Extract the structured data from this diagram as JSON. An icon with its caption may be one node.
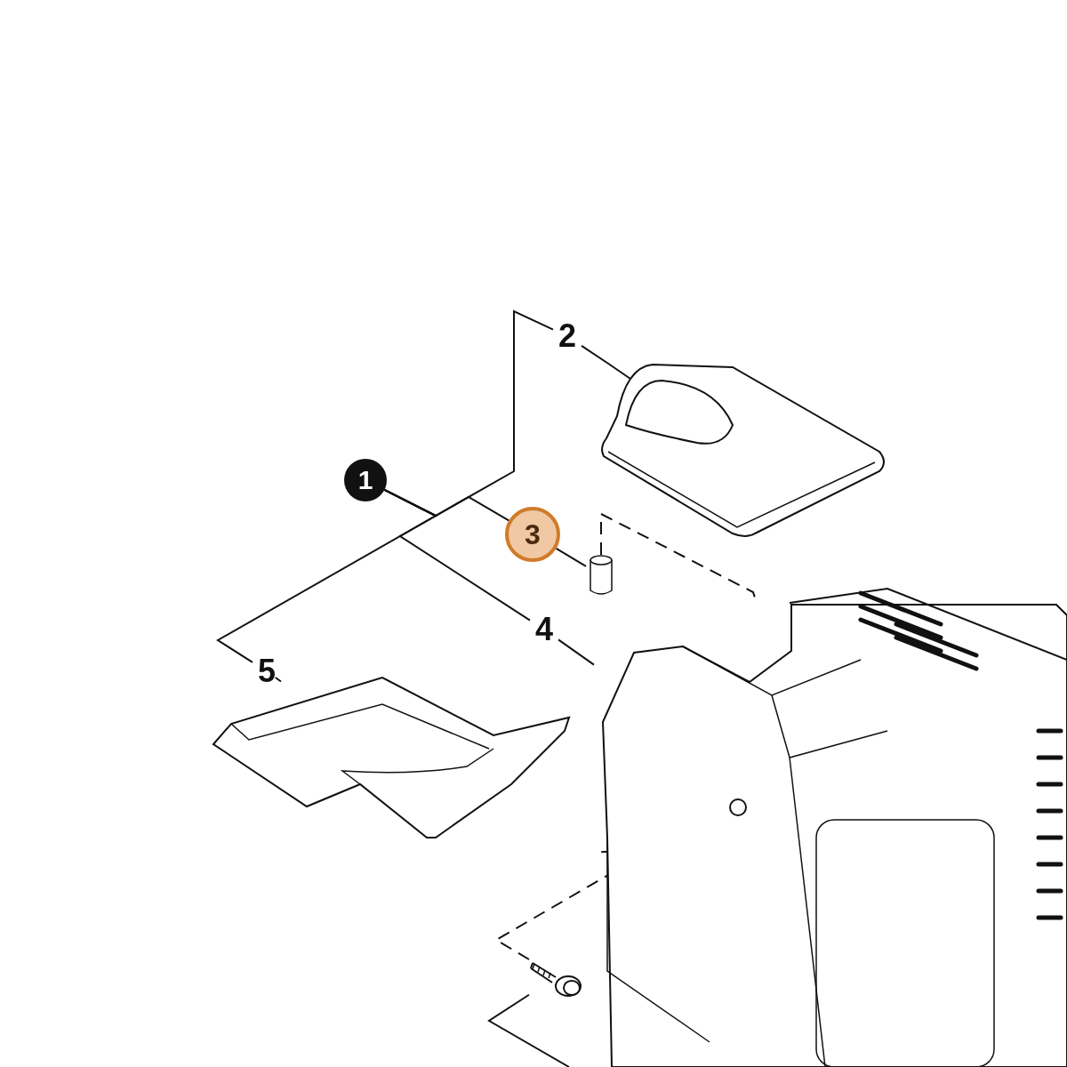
{
  "diagram": {
    "nodes": [
      {
        "text": [
          "1"
        ]
      },
      {
        "text": [
          "2"
        ]
      },
      {
        "text": [
          "3"
        ]
      },
      {
        "text": [
          "4"
        ]
      },
      {
        "text": [
          "5"
        ]
      },
      {
        "text": [],
        "shape": "picture"
      },
      {
        "text": [],
        "shape": "picture"
      },
      {
        "text": [],
        "shape": "picture"
      },
      {
        "text": [],
        "shape": "picture"
      },
      {
        "text": [],
        "shape": "picture"
      }
    ],
    "edges": [
      {
        "from": 0,
        "to": 1,
        "arrow": "none"
      },
      {
        "from": 0,
        "to": 2,
        "arrow": "none"
      },
      {
        "from": 0,
        "to": 3,
        "arrow": "none"
      },
      {
        "from": 0,
        "to": 4,
        "arrow": "none"
      },
      {
        "from": 1,
        "to": 5,
        "arrow": "none"
      },
      {
        "from": 2,
        "to": 6,
        "arrow": "none"
      },
      {
        "from": 3,
        "to": 7,
        "arrow": "none"
      },
      {
        "from": 4,
        "to": 8,
        "arrow": "none"
      },
      {
        "from": 6,
        "to": 7,
        "arrow": "none",
        "style": "dashed"
      },
      {
        "from": 9,
        "to": 7,
        "arrow": "none",
        "style": "dashed"
      },
      {
        "from": 9,
        "to": null,
        "arrow": "none"
      }
    ]
  }
}
